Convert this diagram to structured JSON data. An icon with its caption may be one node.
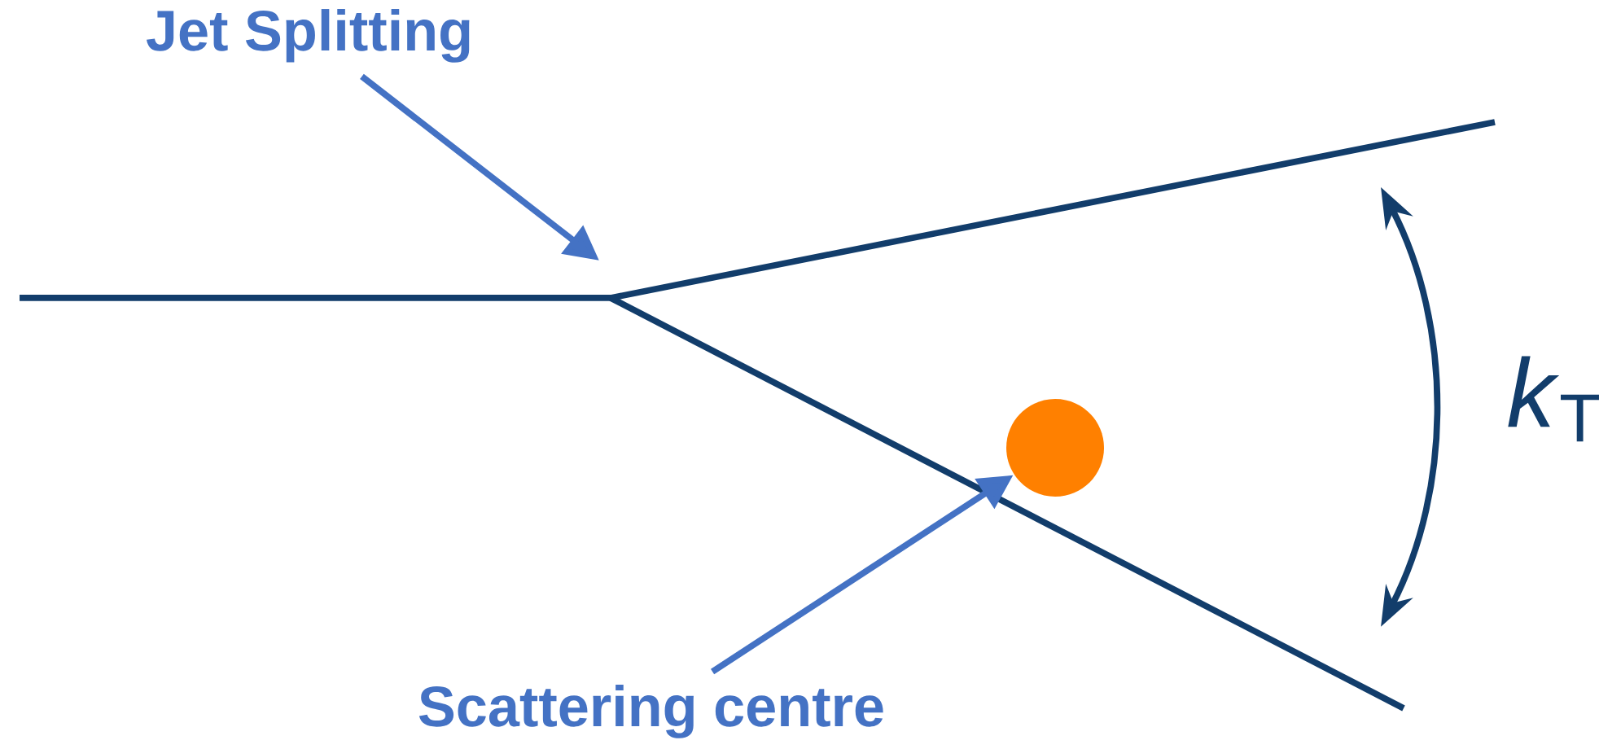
{
  "diagram": {
    "nodes": [
      {
        "text": [
          "Jet Splitting"
        ]
      },
      {
        "text": [
          "Scattering centre"
        ]
      },
      {
        "text": [],
        "shape": "circle"
      }
    ],
    "edges": [
      {
        "from": 0,
        "to": null,
        "arrow": "to"
      },
      {
        "from": 1,
        "to": 2,
        "arrow": "to"
      }
    ],
    "labels": [
      "*k*$_{T}$"
    ]
  }
}
